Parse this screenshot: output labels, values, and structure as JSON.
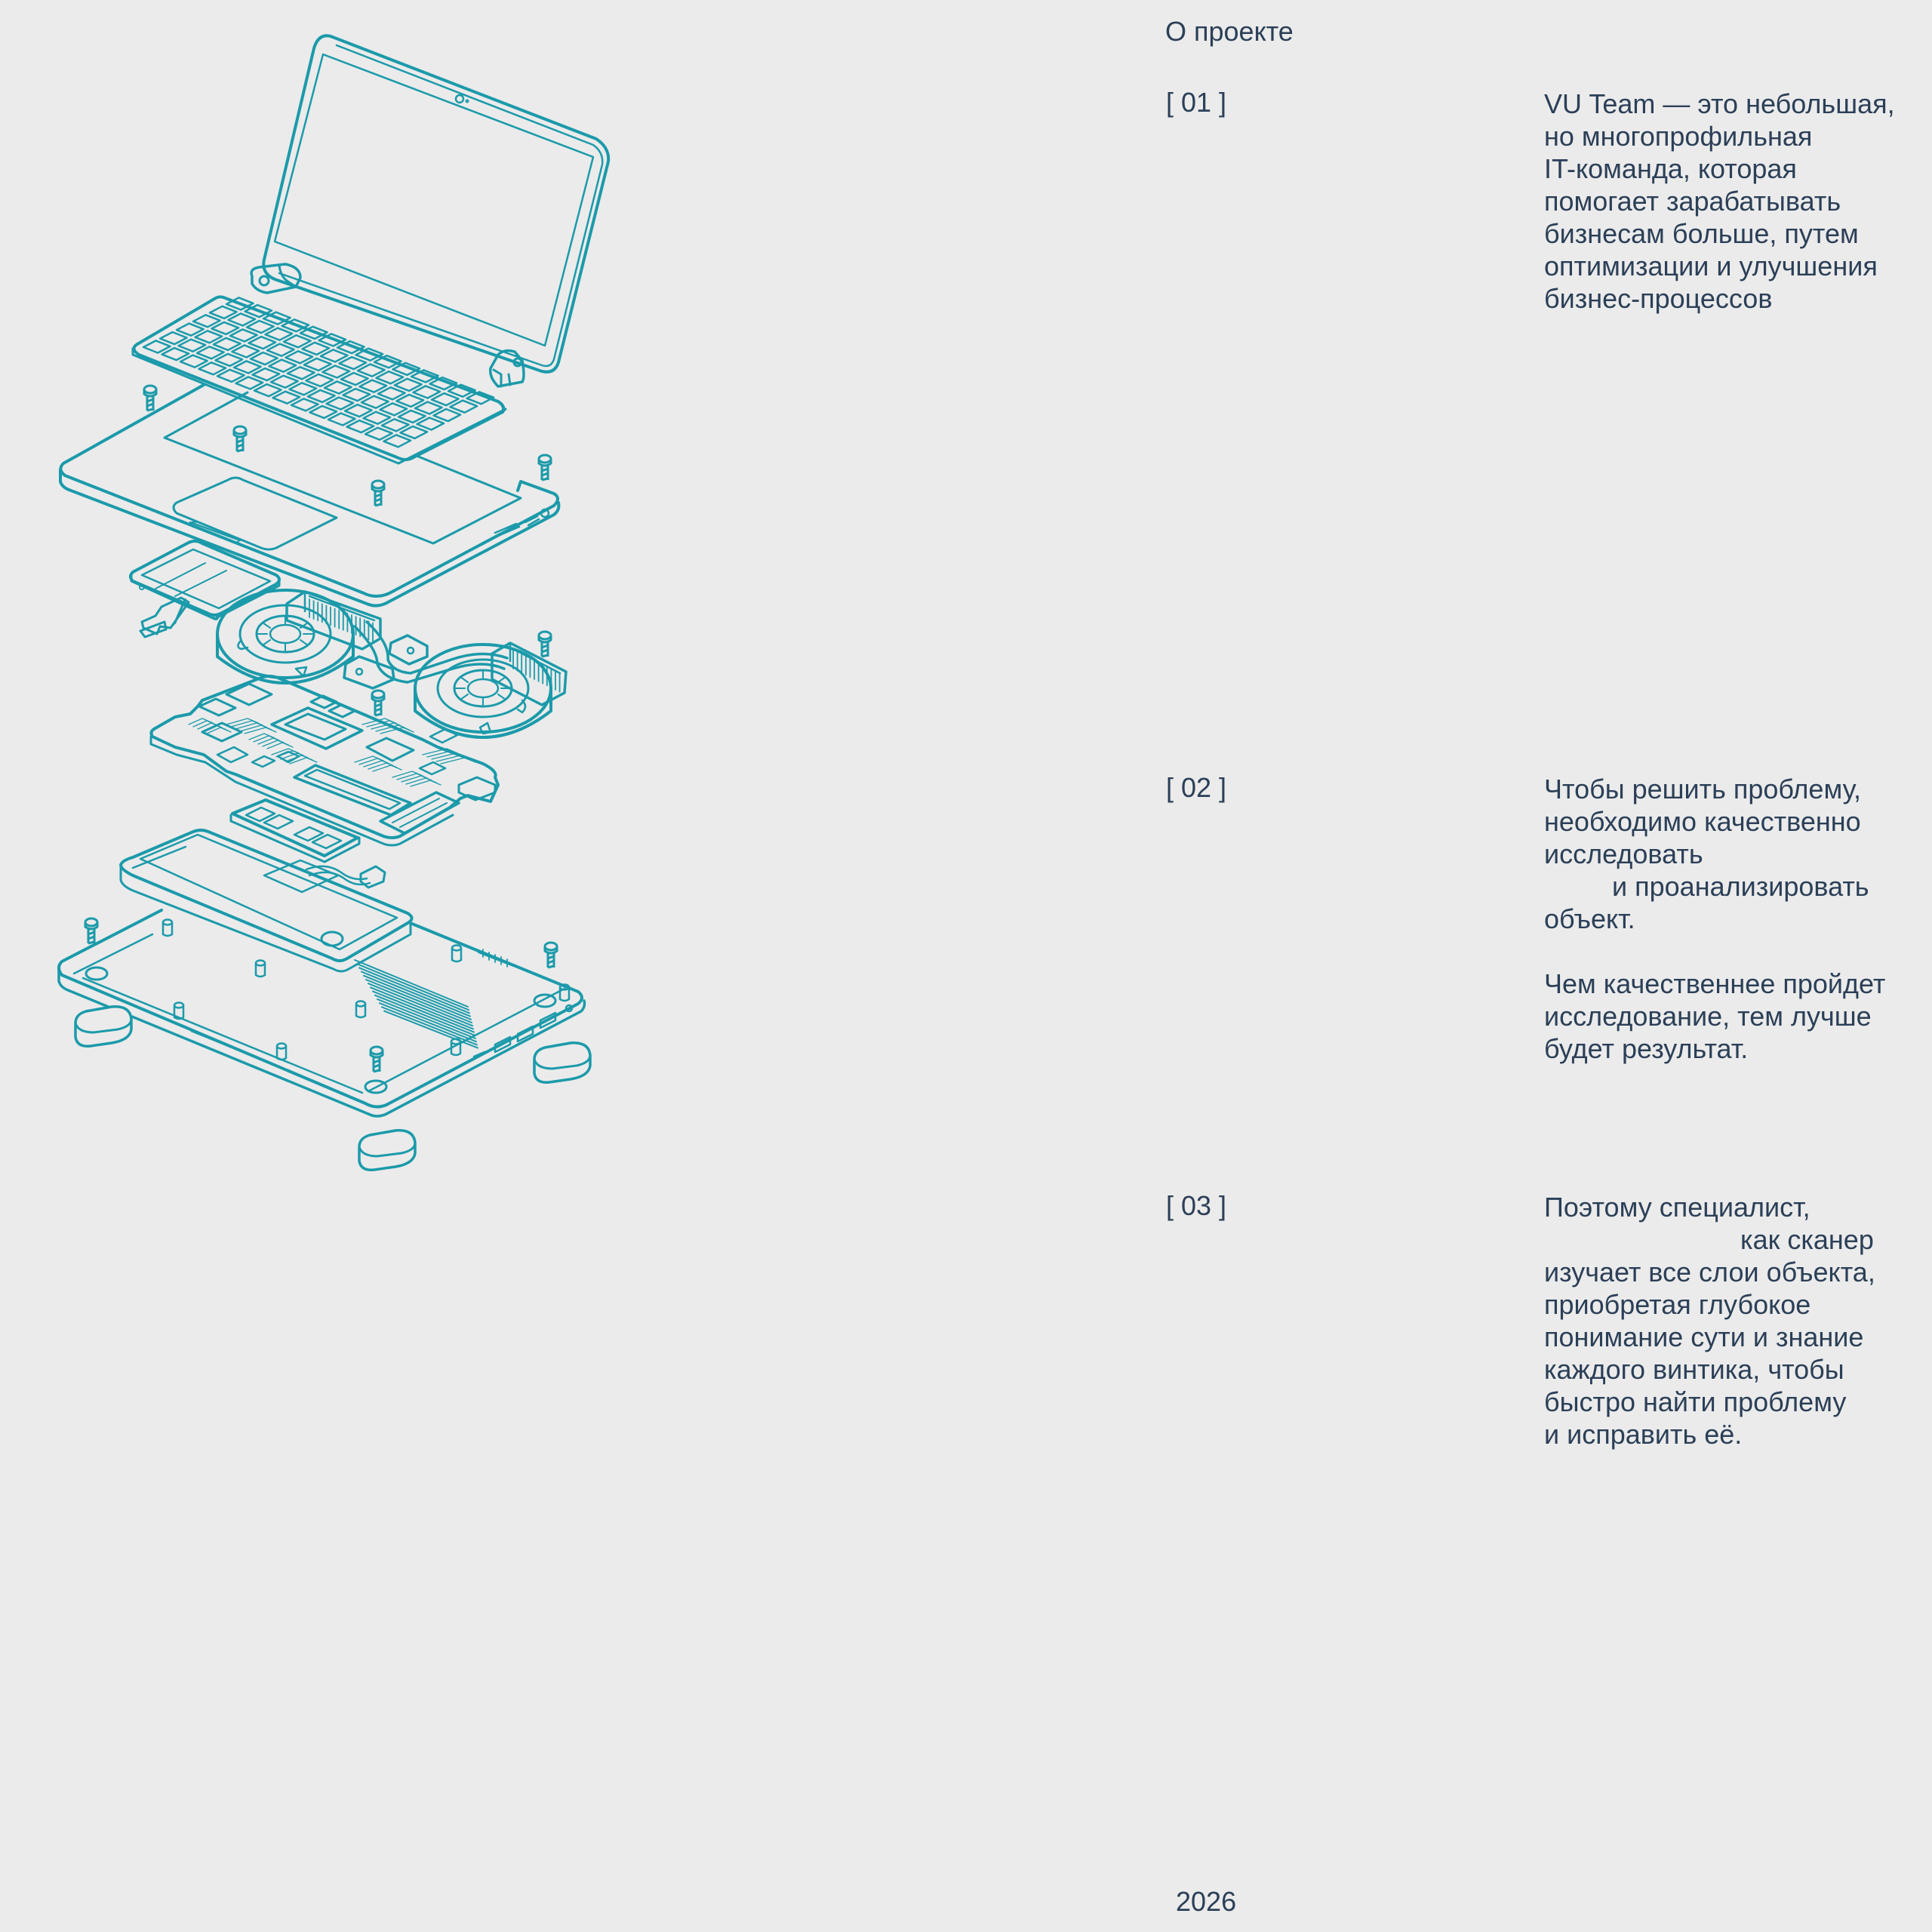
{
  "header": {
    "label": "О проекте"
  },
  "sections": [
    {
      "number": "[ 01 ]",
      "text": "VU Team — это небольшая,\nно многопрофильная\nIT-команда, которая\nпомогает зарабатывать\nбизнесам больше, путем\nоптимизации и улучшения\nбизнес-процессов"
    },
    {
      "number": "[ 02 ]",
      "text": "Чтобы решить проблему,\nнеобходимо качественно\nисследовать\n         и проанализировать\nобъект.\n\nЧем качественнее пройдет\nисследование, тем лучше\nбудет результат."
    },
    {
      "number": "[ 03 ]",
      "text": "Поэтому специалист,\n                          как сканер\nизучает все слои объекта,\nприобретая глубокое\nпонимание сути и знание\nкаждого винтика, чтобы\nбыстро найти проблему\nи исправить её."
    }
  ],
  "footer": {
    "year": "2026"
  },
  "illustration": {
    "icon": "exploded-laptop-illustration",
    "stroke_color": "#1b9aaa",
    "background_color": "#ebebeb",
    "text_color": "#2b3f57"
  }
}
